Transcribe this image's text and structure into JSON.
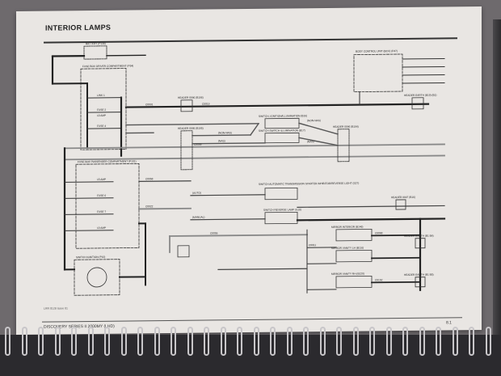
{
  "page": {
    "title": "INTERIOR LAMPS",
    "footer_left": "DISCOVERY SERIES II 2000MY (LHD)",
    "footer_right": "8.1",
    "code": "LRR 0128 Issue 01"
  },
  "components": {
    "battery": "BATTERY (P138)",
    "fusebox_driver": "FUSE BOX DRIVER COMPARTMENT (P34)",
    "fusebox_passenger": "FUSE BOX PASSENGER COMPARTMENT (P101)",
    "body_control": "BODY CONTROL UNIT (BCU) (P47)",
    "header_b196": "HEADER 0096 (B196)",
    "header_b195": "HEADER 0095 (B195)",
    "header_b194": "HEADER 0096 (B194)",
    "header_earth_1": "HEADER EARTH (B19) (B1)",
    "switch_illumination": "SWITCH, IGNITION/ILLUMINATION (B16)",
    "switch_illumination_2": "SWITCH SWITCH ILLUMINATION (B17)",
    "switch_auto": "SWITCH AUTOMATIC TRANSMISSION STARTER INHIBITOR/REVERSE LIGHT (S27)",
    "switch_reverse": "SWITCH REVERSE LAMP (S10)",
    "header_0097": "HEADER 0097 (B16)",
    "header_earth_2": "HEADER EARTH (B1 B4)",
    "mirror_interior": "MIRROR INTERIOR (B146)",
    "mirror_lh": "MIRROR VANITY LH (B116)",
    "mirror_rh": "MIRROR VANITY RH (B120)",
    "header_earth_3": "HEADER EARTH (B1 B5)",
    "switch_ignition": "SWITCH IGNITION (P10)",
    "fuse_labels": [
      "LINK 1",
      "FUSE 2",
      "10 AMP",
      "FUSE 4",
      "15 AMP",
      "FUSE 6",
      "FUSE 7",
      "10 AMP"
    ]
  },
  "wire_labels": [
    "(AUTO)",
    "(MANUAL)",
    "(NON-NAS)",
    "(NAS)",
    "(NON-NAS)",
    "(NAS)"
  ],
  "connectors": [
    "C0031",
    "C0019",
    "C0099",
    "C0058",
    "C0022",
    "C0055",
    "C0011",
    "C0068",
    "C0152"
  ]
}
